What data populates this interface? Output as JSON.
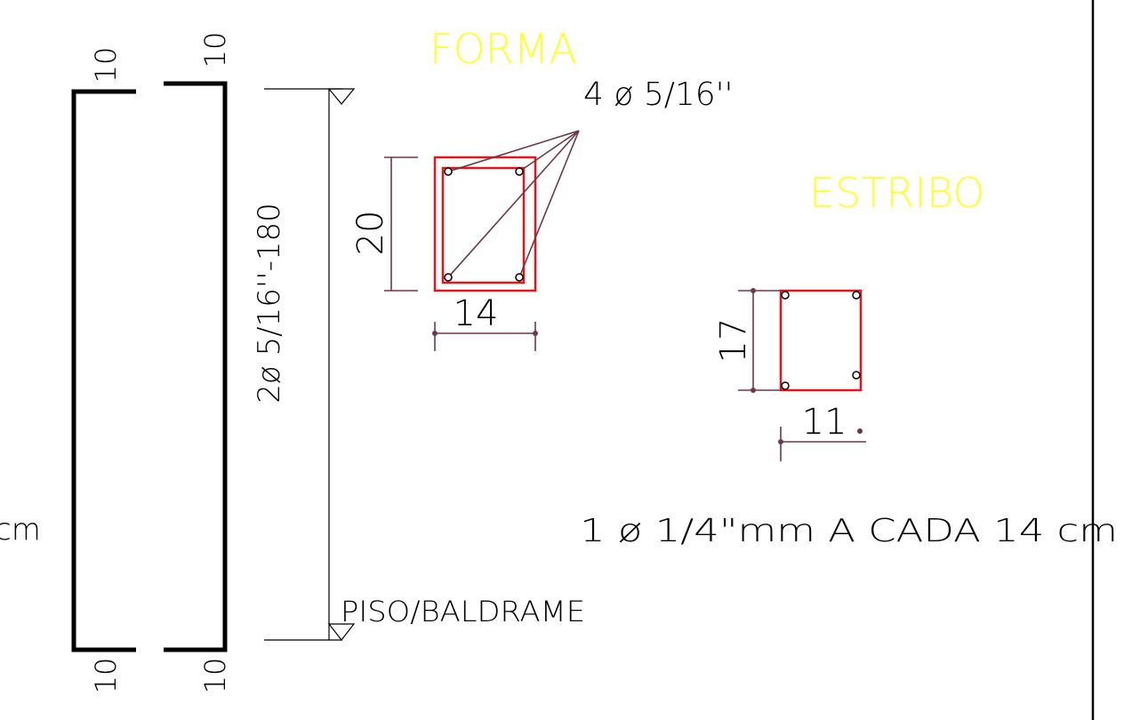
{
  "colors": {
    "background": "#ffffff",
    "outline": "#000000",
    "leader": "#6b3a4a",
    "dimension": "#6b3a4a",
    "section": "#e8141c",
    "title": "#ffff33",
    "text": "#000000"
  },
  "texts": {
    "left_fragment": "cm",
    "title_forma": "FORMA",
    "title_estribo": "ESTRIBO",
    "bars_note": "4 ø 5/16''",
    "bar_spec_vertical": "2ø 5/16''-180",
    "piso_label": "PISO/BALDRAME",
    "stirrup_note": "1 ø 1/4\"mm A CADA 14 cm"
  },
  "dimensions": {
    "hook_top_left": "10",
    "hook_top_right": "10",
    "hook_bottom_left": "10",
    "hook_bottom_right": "10",
    "forma_height": "20",
    "forma_width": "14",
    "estribo_height": "17",
    "estribo_width": "11"
  }
}
